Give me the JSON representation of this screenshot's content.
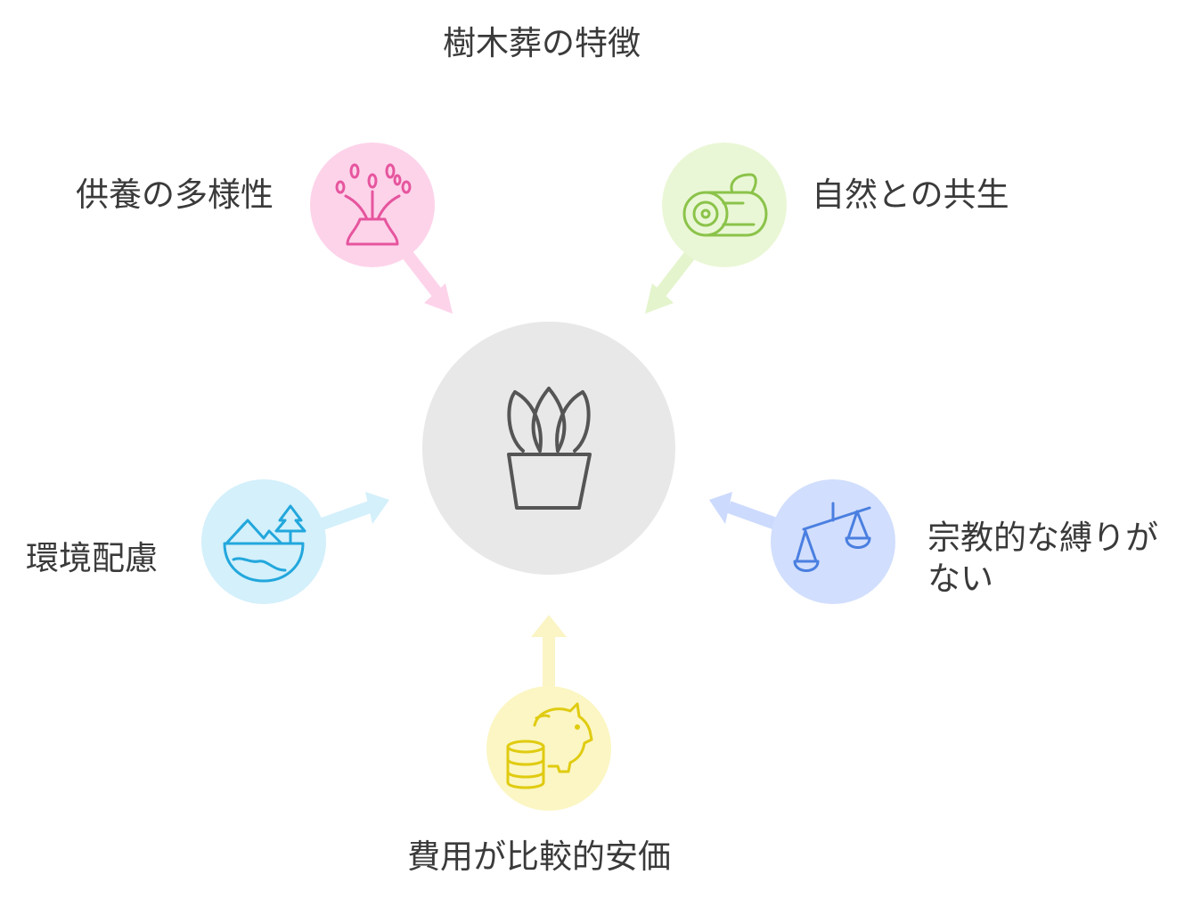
{
  "title": "樹木葬の特徴",
  "center": {
    "icon": "potted-plant-icon"
  },
  "items": [
    {
      "label": "供養の多様性",
      "icon": "vase-with-flowers-icon",
      "color": "#e6559e",
      "bg": "#fdd3ea",
      "arrow": "#fdd3ea"
    },
    {
      "label": "自然との共生",
      "icon": "log-icon",
      "color": "#8bc34a",
      "bg": "#eaf7d6",
      "arrow": "#e4f4cc"
    },
    {
      "label": "環境配慮",
      "icon": "globe-landscape-icon",
      "color": "#22a7dc",
      "bg": "#d3f0fb",
      "arrow": "#d3f0fb"
    },
    {
      "label_line1": "宗教的な縛りが",
      "label_line2": "ない",
      "icon": "balance-scale-icon",
      "color": "#4a7fe0",
      "bg": "#d1defd",
      "arrow": "#ccdafd"
    },
    {
      "label": "費用が比較的安価",
      "icon": "piggy-bank-coins-icon",
      "color": "#e0cb10",
      "bg": "#fbf6c3",
      "arrow": "#fbf5c6"
    }
  ]
}
